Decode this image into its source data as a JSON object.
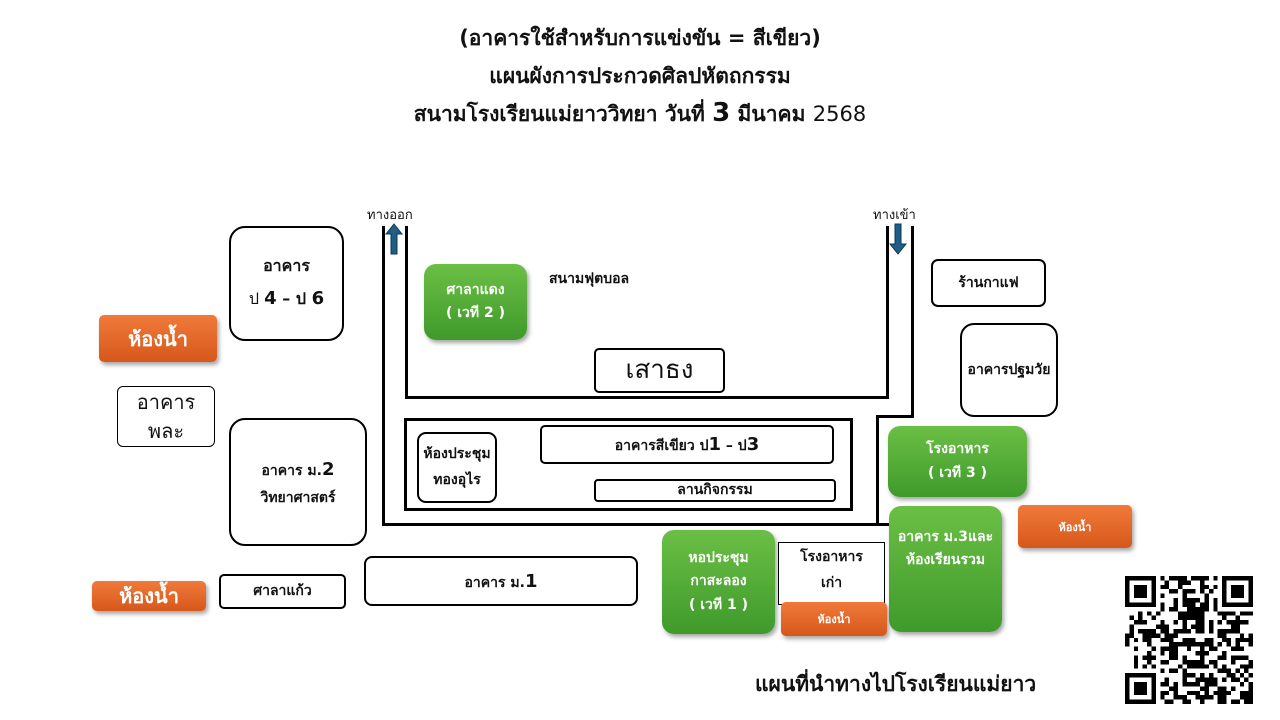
{
  "header": {
    "line1": "(อาคารใช้สำหรับการแข่งขัน = สีเขียว)",
    "line2": "แผนผังการประกวดศิลปหัตถกรรม",
    "line3_prefix": "สนามโรงเรียนแม่ยาววิทยา วันที่ ",
    "line3_day": "3",
    "line3_month": " มีนาคม ",
    "line3_year": "2568"
  },
  "labels": {
    "exit": "ทางออก",
    "entrance": "ทางเข้า",
    "football_field": "สนามฟุตบอล"
  },
  "buildings": {
    "p4p6_line1": "อาคาร",
    "p4p6_line2a": "ป ",
    "p4p6_line2b": "4",
    "p4p6_line2c": " – ป ",
    "p4p6_line2d": "6",
    "restroom_top_left": "ห้องน้ำ",
    "pala_line1": "อาคาร",
    "pala_line2": "พละ",
    "m2_line1a": "อาคาร ม.",
    "m2_line1b": "2",
    "m2_line2": "วิทยาศาสตร์",
    "restroom_bottom_left": "ห้องน้ำ",
    "sala_kaew": "ศาลาแก้ว",
    "m1_a": "อาคาร ม.",
    "m1_b": "1",
    "sala_daeng_line1": "ศาลาแดง",
    "sala_daeng_line2": "( เวที 2 )",
    "flagpole": "เสาธง",
    "meeting_room_line1": "ห้องประชุม",
    "meeting_room_line2": "ทองอุไร",
    "green_building_a": "อาคารสีเขียว ป",
    "green_building_b": "1",
    "green_building_c": " – ป",
    "green_building_d": "3",
    "activity_yard": "ลานกิจกรรม",
    "auditorium_line1": "หอประชุม",
    "auditorium_line2": "กาสะลอง",
    "auditorium_line3": "( เวที 1 )",
    "old_canteen_line1": "โรงอาหาร",
    "old_canteen_line2": "เก่า",
    "restroom_small_center": "ห้องน้ำ",
    "cafe": "ร้านกาแฟ",
    "pathom_building": "อาคารปฐมวัย",
    "canteen_line1": "โรงอาหาร",
    "canteen_line2": "( เวที 3 )",
    "restroom_right": "ห้องน้ำ",
    "m3_line1a": "อาคาร ม.",
    "m3_line1b": "3",
    "m3_line1c": "และ",
    "m3_line2": "ห้องเรียนรวม"
  },
  "caption": "แผนที่นำทางไปโรงเรียนแม่ยาว",
  "colors": {
    "competition_green": "#4caf30",
    "restroom_orange": "#e8672a",
    "arrow_blue": "#1f5f86"
  }
}
